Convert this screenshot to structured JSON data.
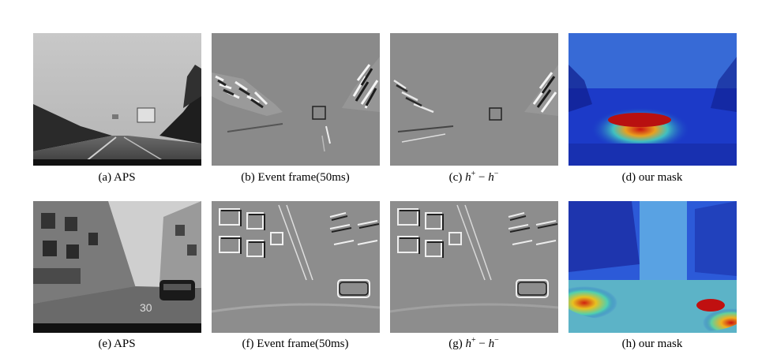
{
  "figure": {
    "row1": [
      {
        "letter": "(a)",
        "label": "APS",
        "kind": "aps-highway",
        "has_math": false
      },
      {
        "letter": "(b)",
        "label": "Event frame(50ms)",
        "kind": "event-highway",
        "has_math": false
      },
      {
        "letter": "(c)",
        "label": "",
        "kind": "event-highway-diff",
        "has_math": true
      },
      {
        "letter": "(d)",
        "label": "our mask",
        "kind": "mask-highway",
        "has_math": false
      }
    ],
    "row2": [
      {
        "letter": "(e)",
        "label": "APS",
        "kind": "aps-street",
        "has_math": false
      },
      {
        "letter": "(f)",
        "label": "Event frame(50ms)",
        "kind": "event-street",
        "has_math": false
      },
      {
        "letter": "(g)",
        "label": "",
        "kind": "event-street-diff",
        "has_math": true
      },
      {
        "letter": "(h)",
        "label": "our mask",
        "kind": "mask-street",
        "has_math": false
      }
    ],
    "math": {
      "h": "h",
      "plus": "+",
      "minus_op": "−",
      "minus_sup": "−"
    }
  }
}
